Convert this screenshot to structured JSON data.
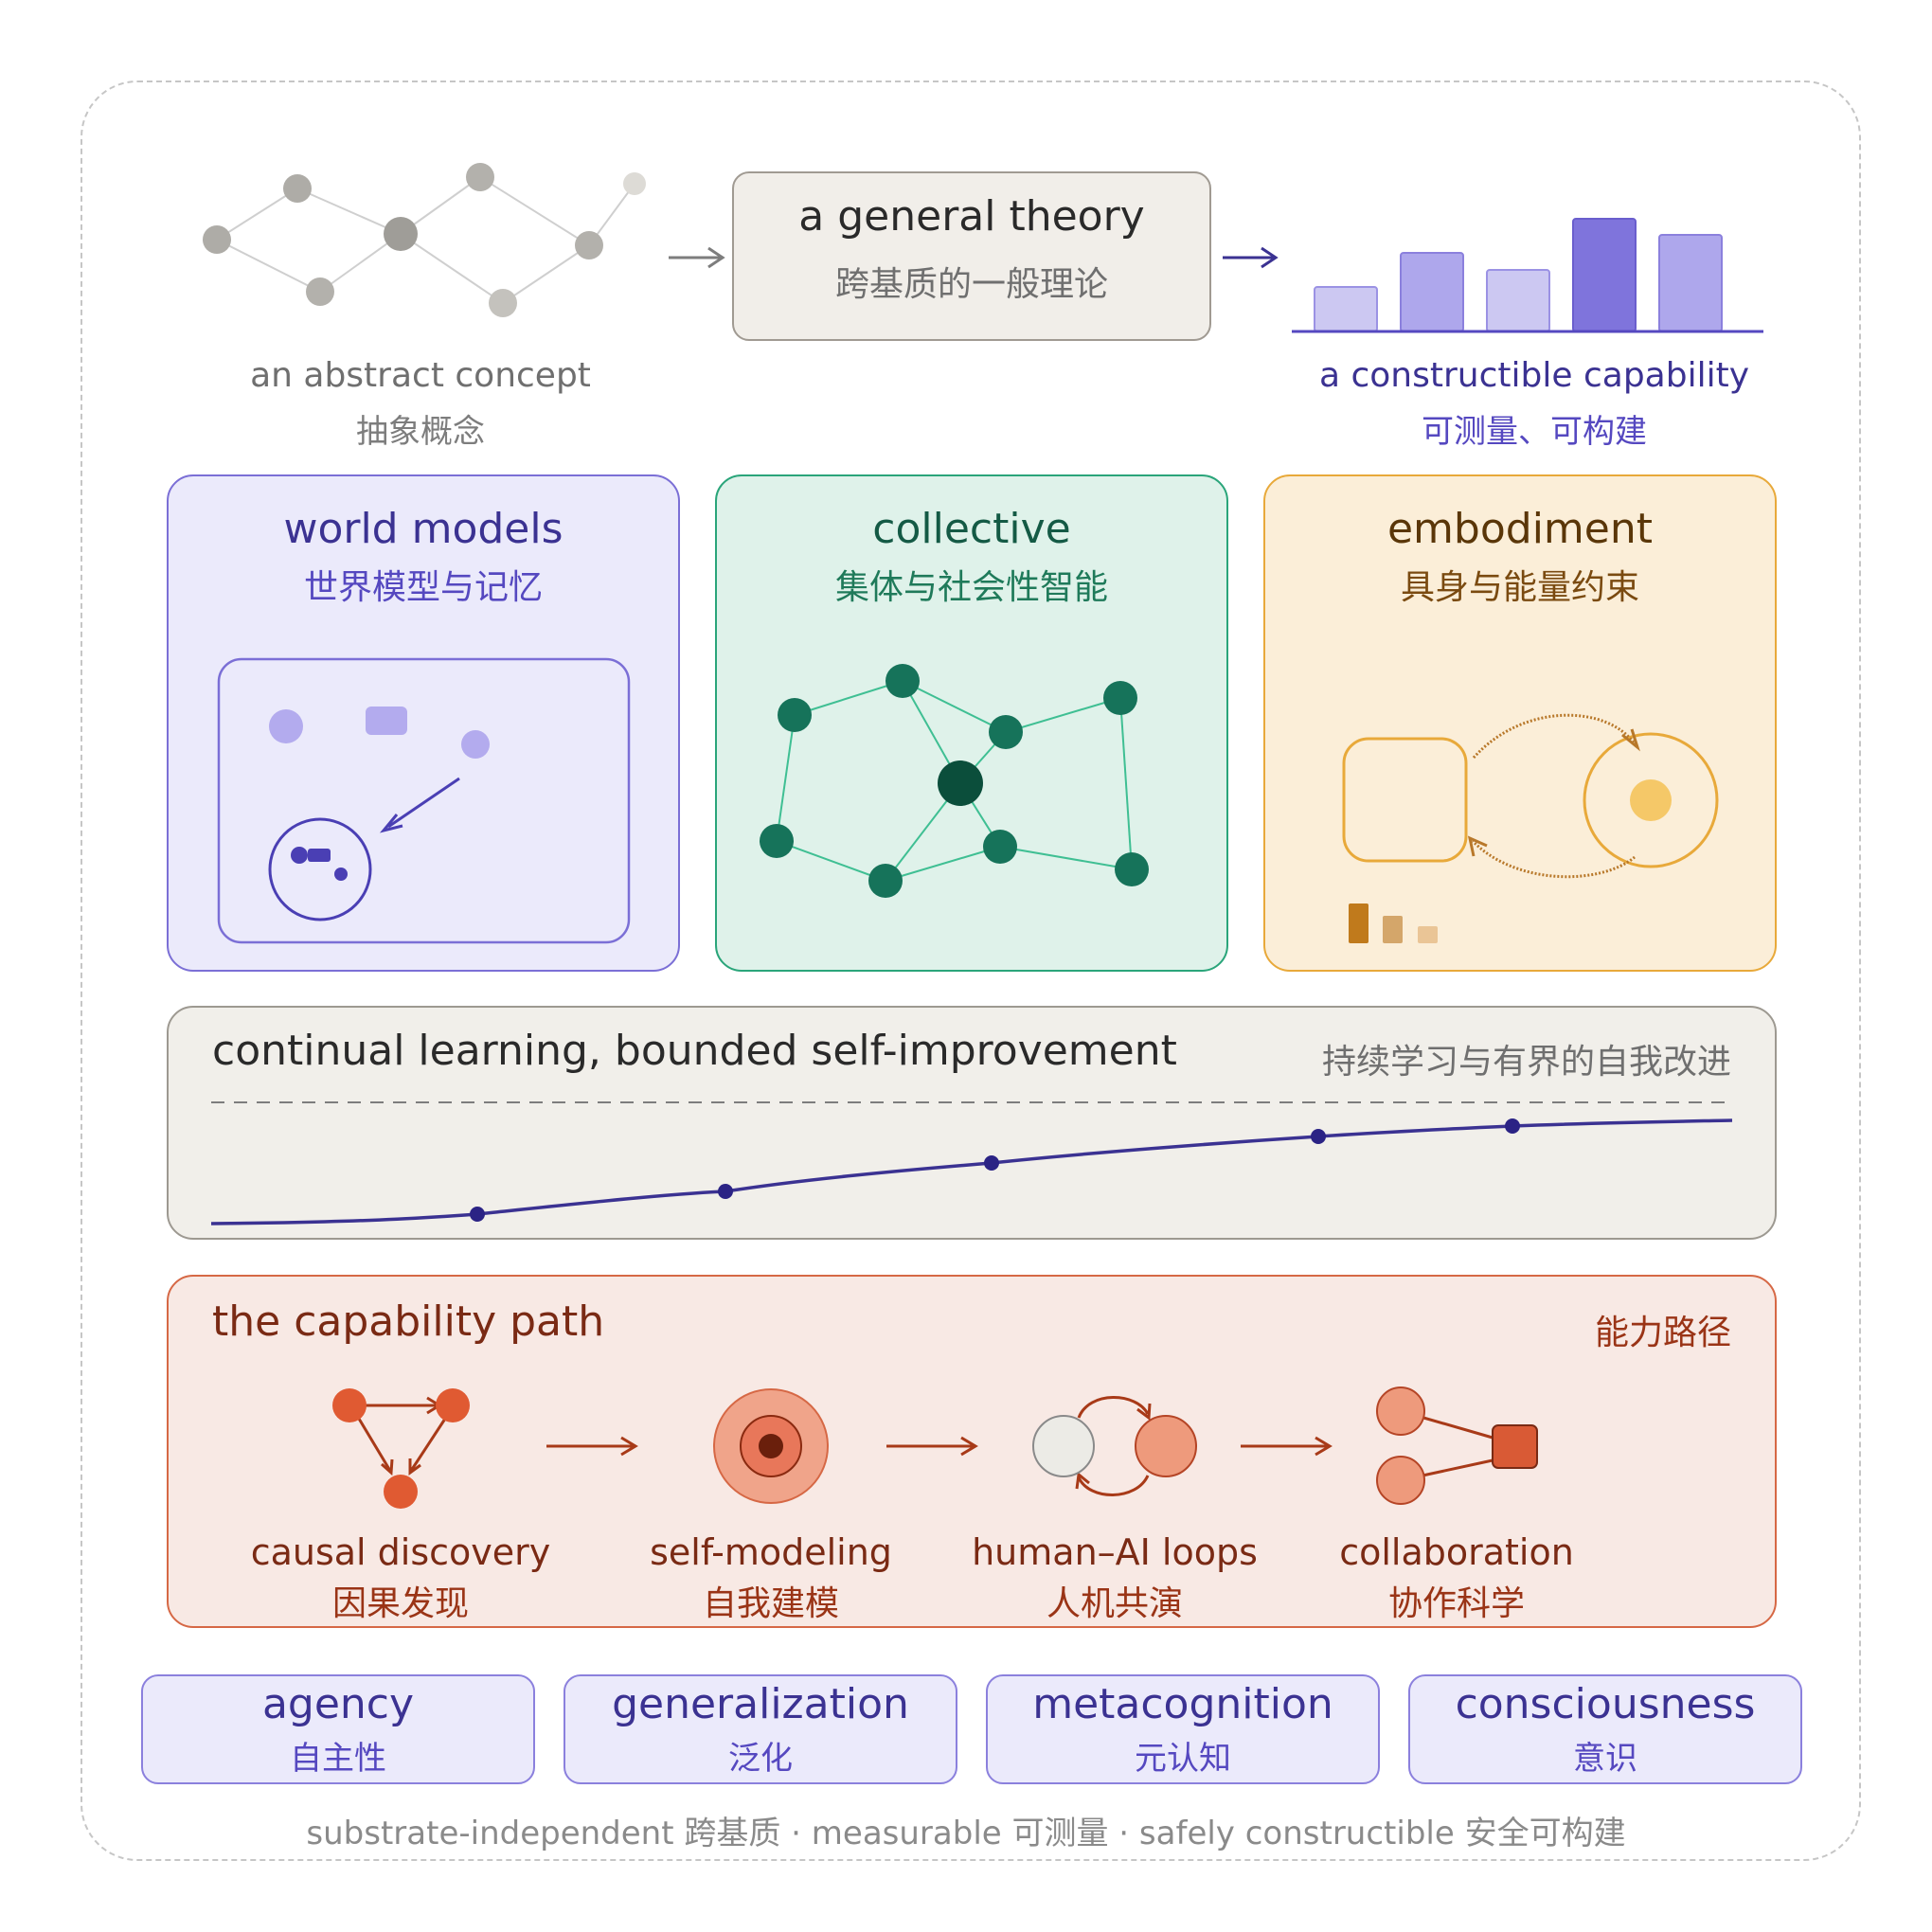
{
  "top": {
    "concept": {
      "en": "an abstract concept",
      "zh": "抽象概念"
    },
    "theory": {
      "en": "a general theory",
      "zh": "跨基质的一般理论"
    },
    "capability": {
      "en": "a constructible capability",
      "zh": "可测量、可构建"
    }
  },
  "panels": {
    "world_models": {
      "en": "world models",
      "zh": "世界模型与记忆"
    },
    "collective": {
      "en": "collective",
      "zh": "集体与社会性智能"
    },
    "embodiment": {
      "en": "embodiment",
      "zh": "具身与能量约束"
    }
  },
  "continual": {
    "en": "continual learning, bounded self-improvement",
    "zh": "持续学习与有界的自我改进"
  },
  "path": {
    "title_en": "the capability path",
    "title_zh": "能力路径",
    "steps": [
      {
        "en": "causal discovery",
        "zh": "因果发现"
      },
      {
        "en": "self-modeling",
        "zh": "自我建模"
      },
      {
        "en": "human–AI loops",
        "zh": "人机共演"
      },
      {
        "en": "collaboration",
        "zh": "协作科学"
      }
    ]
  },
  "tags": [
    {
      "en": "agency",
      "zh": "自主性"
    },
    {
      "en": "generalization",
      "zh": "泛化"
    },
    {
      "en": "metacognition",
      "zh": "元认知"
    },
    {
      "en": "consciousness",
      "zh": "意识"
    }
  ],
  "footer": "substrate-independent 跨基质 · measurable 可测量 · safely constructible 安全可构建",
  "colors": {
    "purple": "#3b3292",
    "green": "#145a45",
    "amber": "#e8a93a",
    "red": "#d66845",
    "gray": "#a09a92"
  }
}
